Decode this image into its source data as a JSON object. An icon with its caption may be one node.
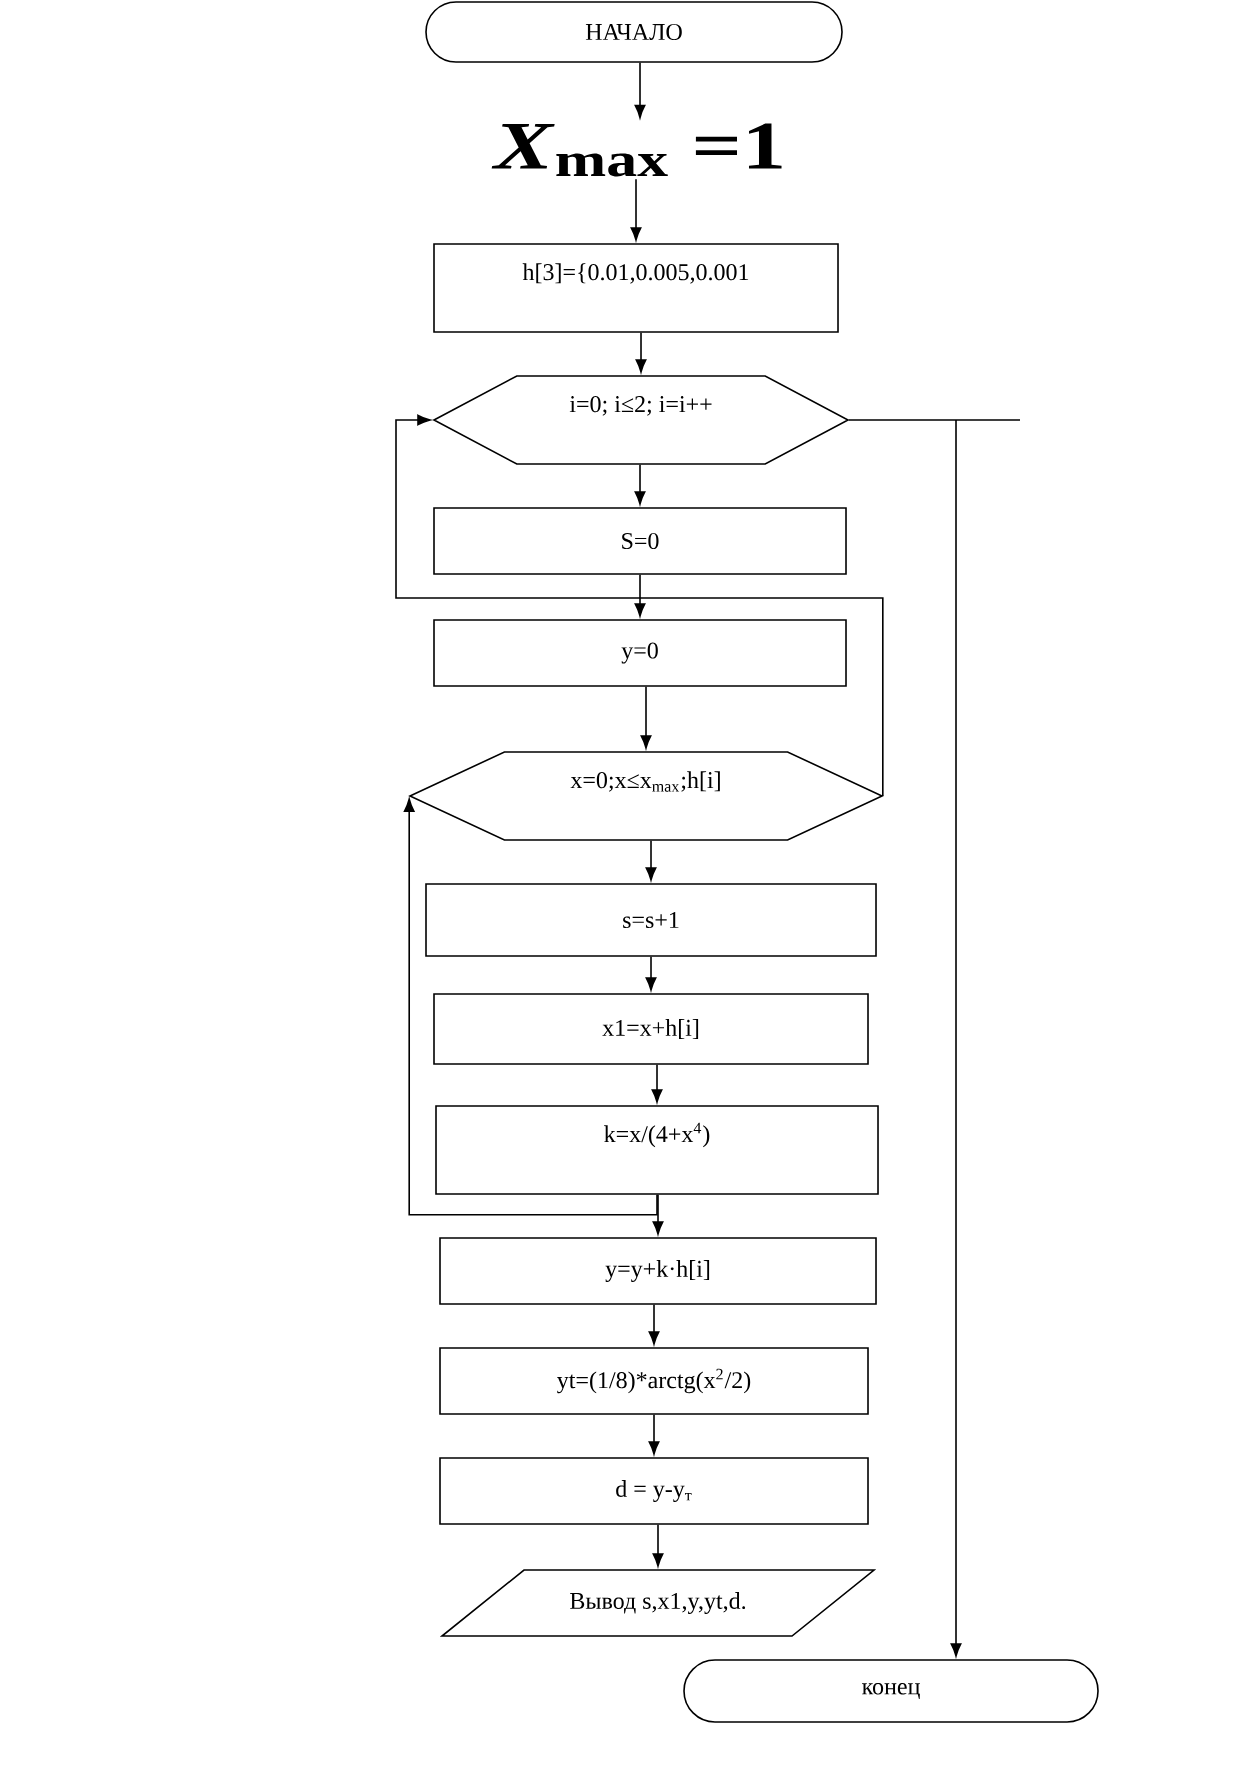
{
  "diagram": {
    "nodes": [
      {
        "text": [
          "НАЧАЛО"
        ]
      },
      {
        "text": [
          "*X*$_{max}$ =1"
        ]
      },
      {
        "text": [
          "h[3]={0.01,0.005,0.001"
        ]
      },
      {
        "text": [
          "i=0; i≤2; i=i++"
        ]
      },
      {
        "text": [
          "S=0"
        ]
      },
      {
        "text": [
          "y=0"
        ]
      },
      {
        "text": [
          "x=0;x≤x$_{max}$;h[i]"
        ]
      },
      {
        "text": [
          "s=s+1"
        ]
      },
      {
        "text": [
          "x1=x+h[i]"
        ]
      },
      {
        "text": [
          "k=x/(4+x$^{4}$)"
        ]
      },
      {
        "text": [
          "y=y+k·h[i]"
        ]
      },
      {
        "text": [
          "yt=(1/8)*arctg(x$^{2}$/2)"
        ]
      },
      {
        "text": [
          "d = y-y$_{т}$"
        ]
      },
      {
        "text": [
          "Вывод s,x1,y,yt,d."
        ]
      },
      {
        "text": [
          "конец"
        ]
      }
    ],
    "edges": [
      {
        "from": 0,
        "to": 1,
        "arrow": "to"
      },
      {
        "from": 1,
        "to": 2,
        "arrow": "to"
      },
      {
        "from": 2,
        "to": 3,
        "arrow": "to"
      },
      {
        "from": 3,
        "to": 4,
        "arrow": "to"
      },
      {
        "from": 4,
        "to": 5,
        "arrow": "to"
      },
      {
        "from": 5,
        "to": 6,
        "arrow": "to"
      },
      {
        "from": 6,
        "to": 7,
        "arrow": "to"
      },
      {
        "from": 7,
        "to": 8,
        "arrow": "to"
      },
      {
        "from": 8,
        "to": 9,
        "arrow": "to"
      },
      {
        "from": 9,
        "to": 10,
        "arrow": "to"
      },
      {
        "from": 9,
        "to": 6,
        "arrow": "to"
      },
      {
        "from": 10,
        "to": 11,
        "arrow": "to"
      },
      {
        "from": 11,
        "to": 12,
        "arrow": "to"
      },
      {
        "from": 12,
        "to": 13,
        "arrow": "to"
      },
      {
        "from": 6,
        "to": 3,
        "arrow": "to"
      },
      {
        "from": 3,
        "to": 14,
        "arrow": "to"
      }
    ]
  }
}
